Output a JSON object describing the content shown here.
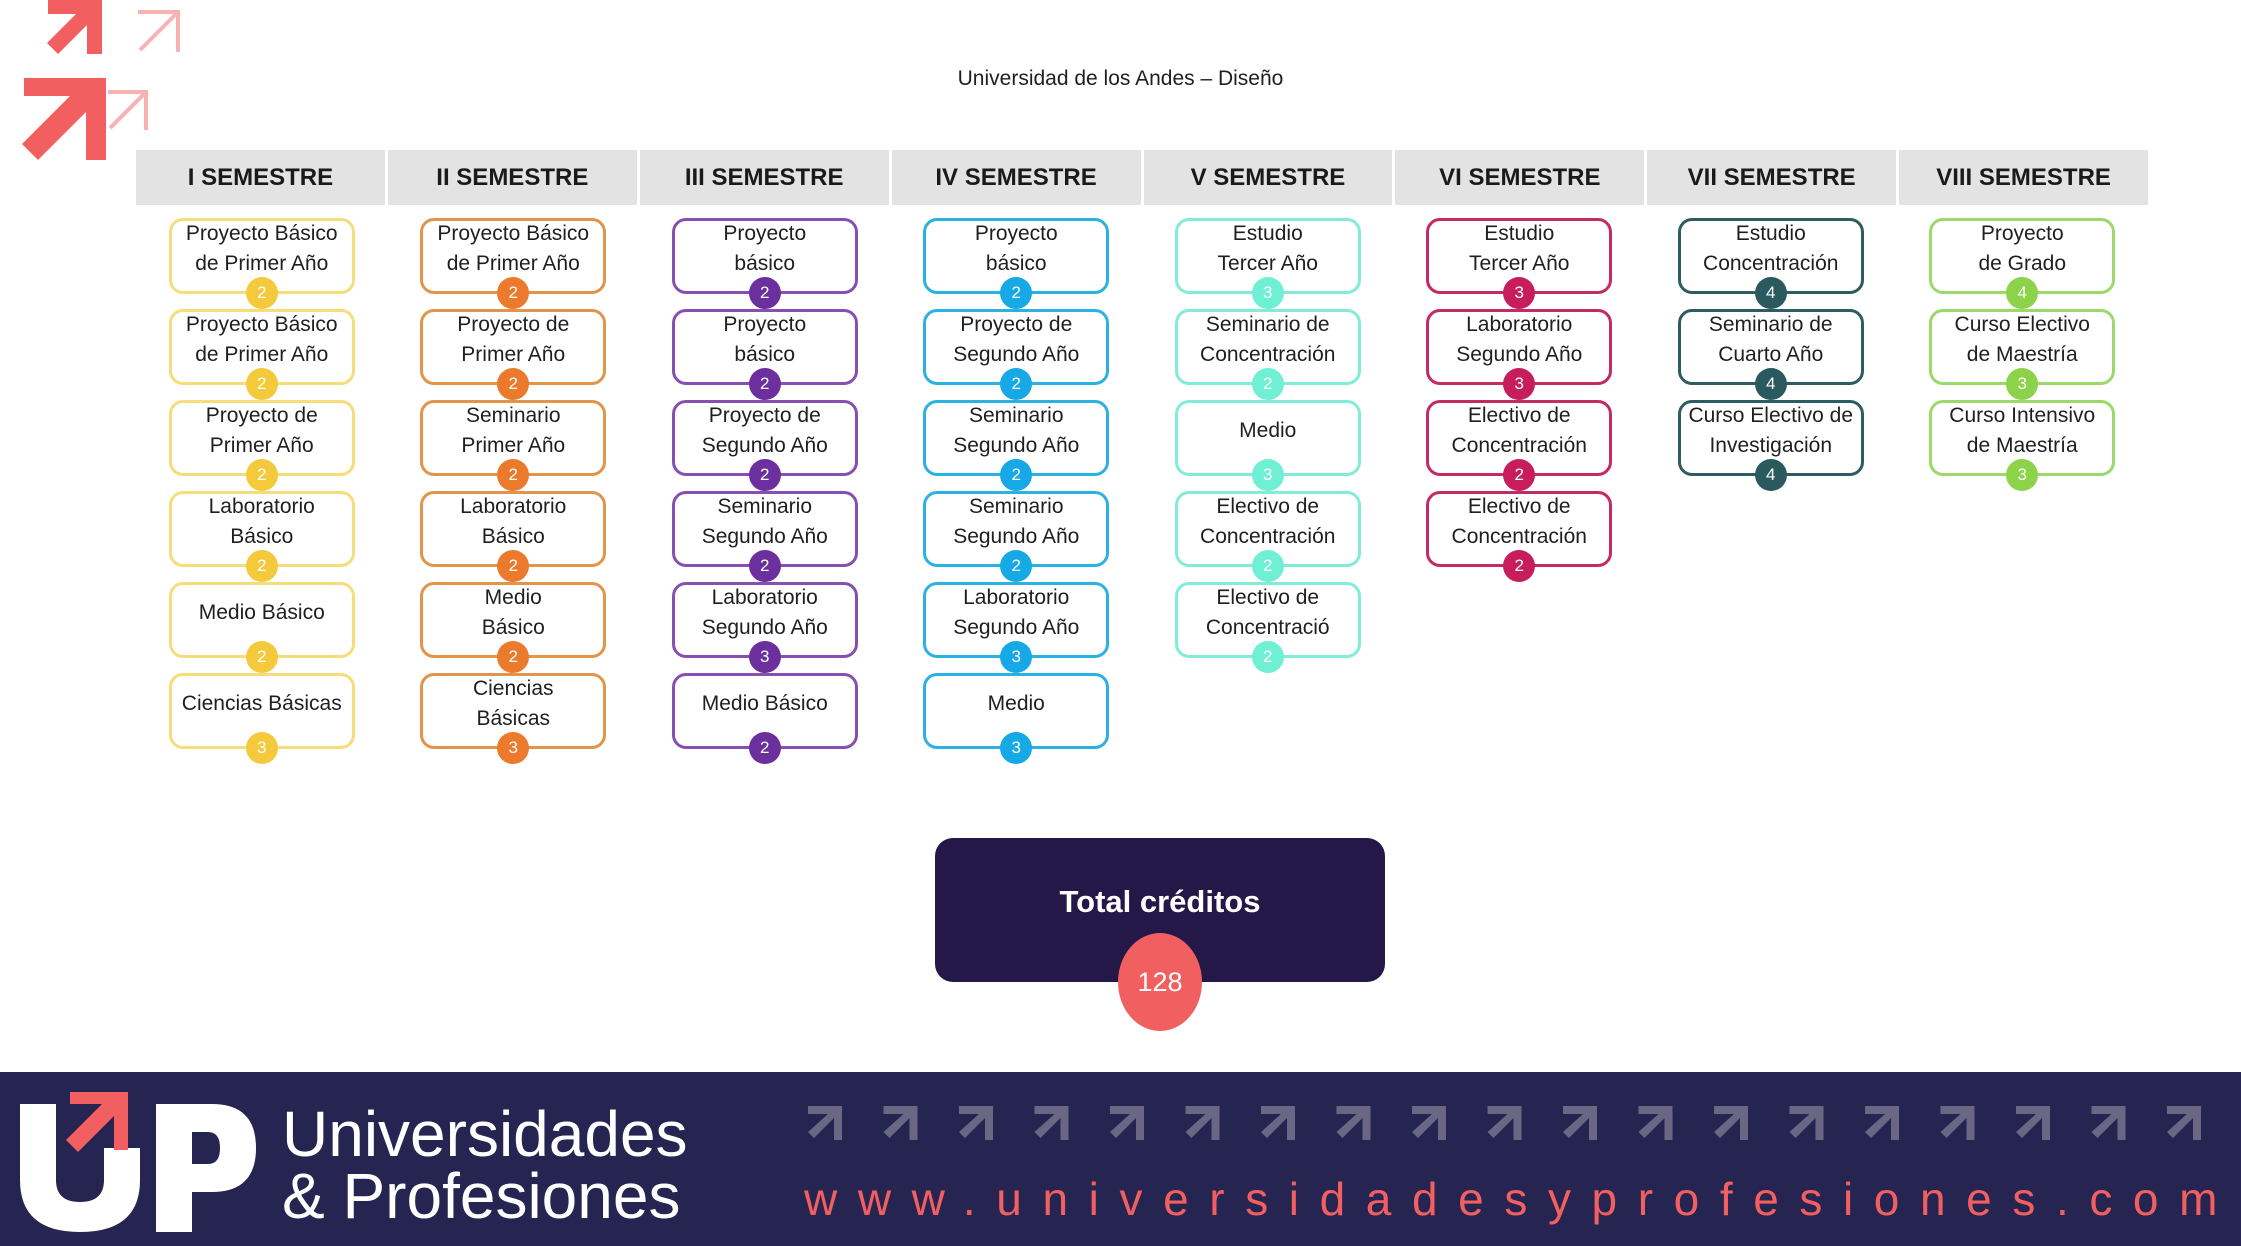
{
  "title": "Universidad de los Andes – Diseño",
  "colors": {
    "header_band": "#e3e3e3",
    "total_box": "#241848",
    "accent": "#f25f61",
    "footer": "#262450",
    "semester_borders": [
      "#f7dc7a",
      "#e29448",
      "#8750b0",
      "#2cb1e3",
      "#82ecd8",
      "#c42a64",
      "#2e5c62",
      "#9bd96a"
    ],
    "semester_credits": [
      "#f5c93c",
      "#ec7a2d",
      "#6c2f9e",
      "#16a9e6",
      "#6ff0d5",
      "#c81d5c",
      "#2a5a5e",
      "#8cd34a"
    ]
  },
  "semesters": [
    {
      "header": "I SEMESTRE",
      "courses": [
        {
          "name": "Proyecto Básico\nde Primer Año",
          "credits": "2"
        },
        {
          "name": "Proyecto Básico\nde Primer Año",
          "credits": "2"
        },
        {
          "name": "Proyecto de\nPrimer Año",
          "credits": "2"
        },
        {
          "name": "Laboratorio\nBásico",
          "credits": "2"
        },
        {
          "name": "Medio Básico",
          "credits": "2"
        },
        {
          "name": "Ciencias Básicas",
          "credits": "3"
        }
      ]
    },
    {
      "header": "II SEMESTRE",
      "courses": [
        {
          "name": "Proyecto Básico\nde Primer Año",
          "credits": "2"
        },
        {
          "name": "Proyecto de\nPrimer Año",
          "credits": "2"
        },
        {
          "name": "Seminario\nPrimer Año",
          "credits": "2"
        },
        {
          "name": "Laboratorio\nBásico",
          "credits": "2"
        },
        {
          "name": "Medio\nBásico",
          "credits": "2"
        },
        {
          "name": "Ciencias\nBásicas",
          "credits": "3"
        }
      ]
    },
    {
      "header": "III SEMESTRE",
      "courses": [
        {
          "name": "Proyecto\nbásico",
          "credits": "2"
        },
        {
          "name": "Proyecto\nbásico",
          "credits": "2"
        },
        {
          "name": "Proyecto de\nSegundo Año",
          "credits": "2"
        },
        {
          "name": "Seminario\nSegundo Año",
          "credits": "2"
        },
        {
          "name": "Laboratorio\nSegundo Año",
          "credits": "3"
        },
        {
          "name": "Medio Básico",
          "credits": "2"
        }
      ]
    },
    {
      "header": "IV SEMESTRE",
      "courses": [
        {
          "name": "Proyecto\nbásico",
          "credits": "2"
        },
        {
          "name": "Proyecto de\nSegundo Año",
          "credits": "2"
        },
        {
          "name": "Seminario\nSegundo Año",
          "credits": "2"
        },
        {
          "name": "Seminario\nSegundo Año",
          "credits": "2"
        },
        {
          "name": "Laboratorio\nSegundo Año",
          "credits": "3"
        },
        {
          "name": "Medio",
          "credits": "3"
        }
      ]
    },
    {
      "header": "V SEMESTRE",
      "courses": [
        {
          "name": "Estudio\nTercer Año",
          "credits": "3"
        },
        {
          "name": "Seminario de\nConcentración",
          "credits": "2"
        },
        {
          "name": "Medio",
          "credits": "3"
        },
        {
          "name": "Electivo de\nConcentración",
          "credits": "2"
        },
        {
          "name": "Electivo de\nConcentració",
          "credits": "2"
        }
      ]
    },
    {
      "header": "VI SEMESTRE",
      "courses": [
        {
          "name": "Estudio\nTercer Año",
          "credits": "3"
        },
        {
          "name": "Laboratorio\nSegundo Año",
          "credits": "3"
        },
        {
          "name": "Electivo de\nConcentración",
          "credits": "2"
        },
        {
          "name": "Electivo de\nConcentración",
          "credits": "2"
        }
      ]
    },
    {
      "header": "VII SEMESTRE",
      "courses": [
        {
          "name": "Estudio\nConcentración",
          "credits": "4"
        },
        {
          "name": "Seminario de\nCuarto Año",
          "credits": "4"
        },
        {
          "name": "Curso Electivo de\nInvestigación",
          "credits": "4"
        }
      ]
    },
    {
      "header": "VIII SEMESTRE",
      "courses": [
        {
          "name": "Proyecto\nde Grado",
          "credits": "4"
        },
        {
          "name": "Curso Electivo\nde Maestría",
          "credits": "3"
        },
        {
          "name": "Curso Intensivo\nde Maestría",
          "credits": "3"
        }
      ]
    }
  ],
  "total": {
    "label": "Total créditos",
    "value": "128"
  },
  "footer": {
    "brand_line1": "Universidades",
    "brand_line2": "& Profesiones",
    "url": "www.universidadesyprofesiones.com"
  },
  "icons": {
    "top_left": "arrow-up-right-logo-icon",
    "footer_logo": "up-logo-icon",
    "footer_pattern": "arrow-up-right-icon"
  }
}
